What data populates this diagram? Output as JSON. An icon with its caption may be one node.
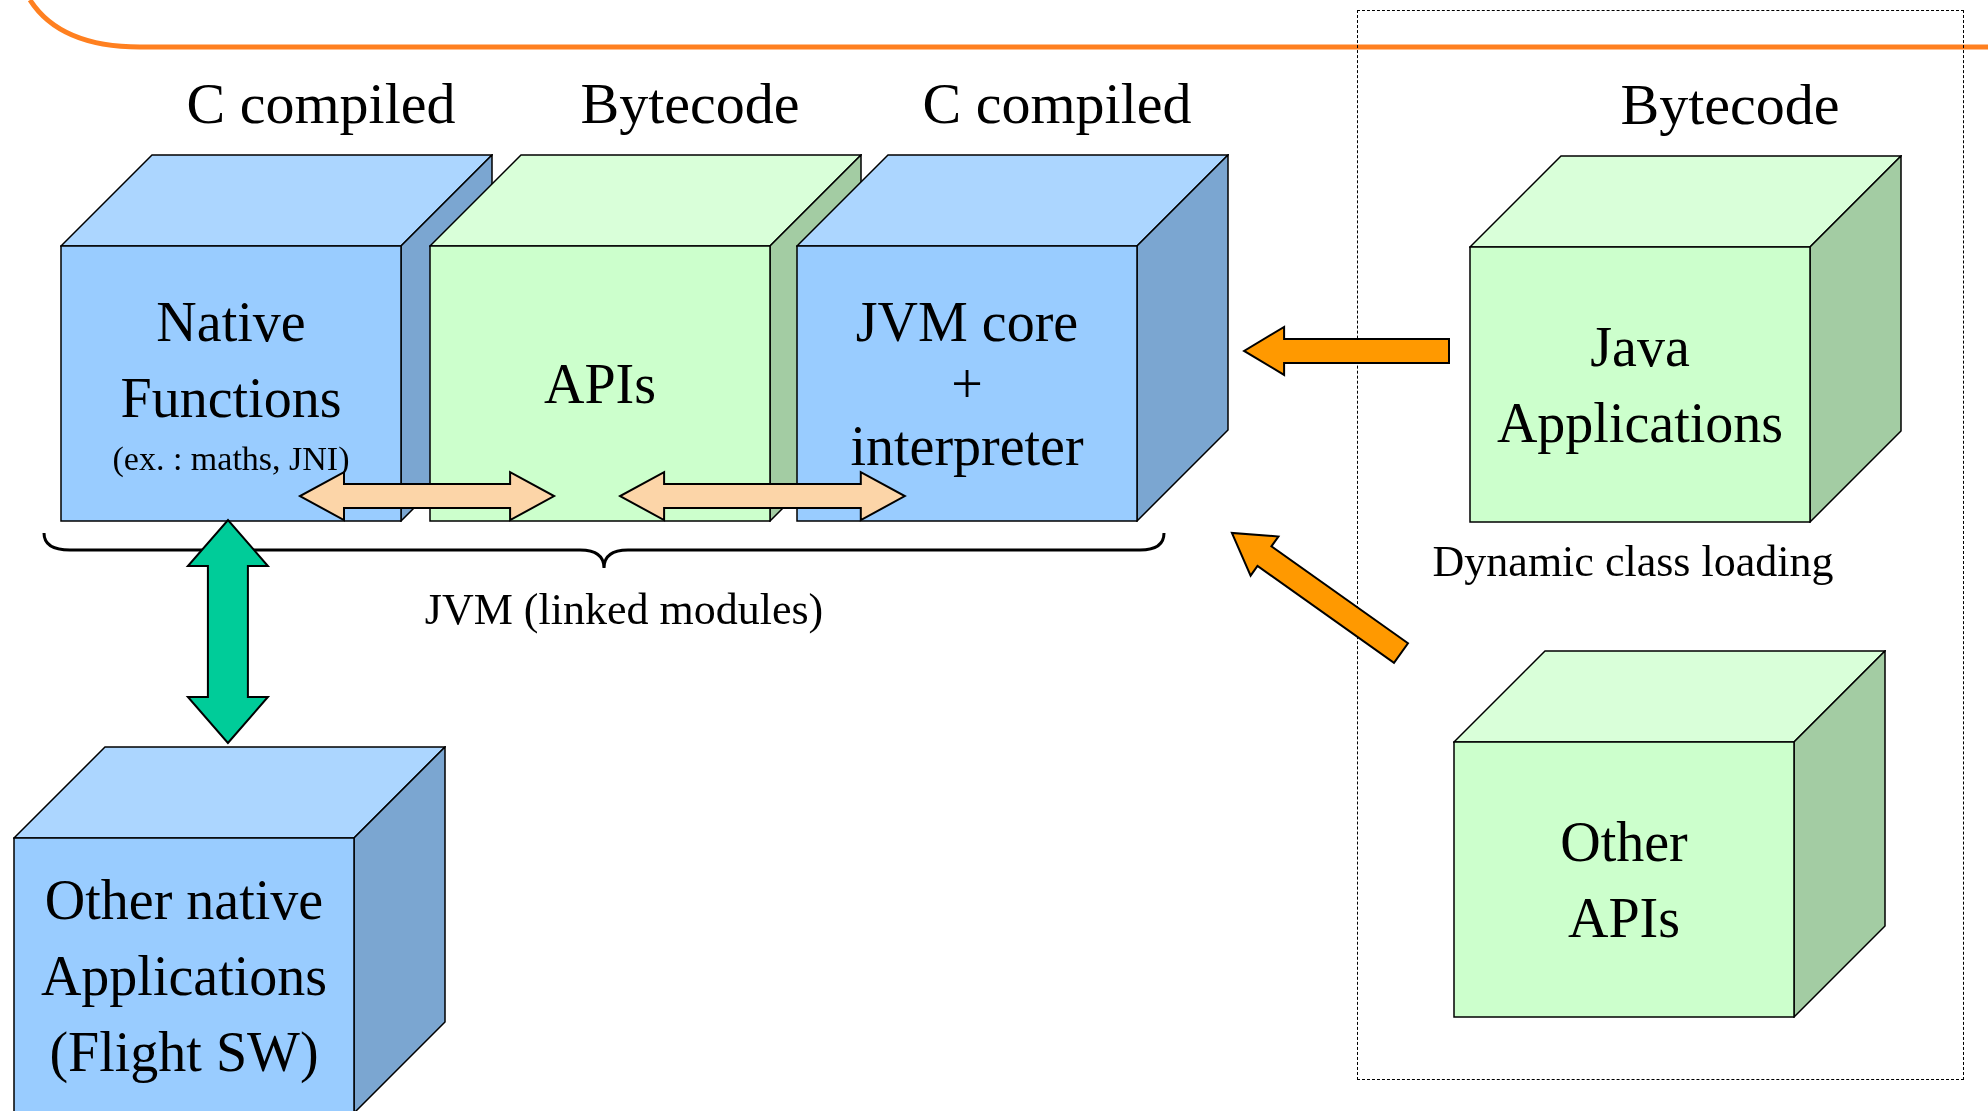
{
  "diagram": {
    "nodes": [
      {
        "text": [
          "Native Functions",
          "(ex. : maths, JNI)"
        ],
        "beside": [
          "C compiled"
        ]
      },
      {
        "text": [
          "APIs"
        ],
        "beside": [
          "Bytecode"
        ]
      },
      {
        "text": [
          "JVM core",
          "+",
          "interpreter"
        ],
        "beside": [
          "C compiled"
        ]
      },
      {
        "text": [],
        "shape": "box"
      },
      {
        "text": [
          "Java Applications"
        ],
        "beside": [
          "Bytecode"
        ],
        "in": 3
      },
      {
        "text": [
          "Other APIs"
        ],
        "in": 3
      },
      {
        "text": [
          "Other native Applications (Flight SW)"
        ]
      }
    ],
    "edges": [
      {
        "from": 0,
        "to": 1,
        "arrow": "both",
        "style": "thick",
        "color": "#fcd5a8"
      },
      {
        "from": 1,
        "to": 2,
        "arrow": "both",
        "style": "thick",
        "color": "#fcd5a8"
      },
      {
        "from": 4,
        "to": 2,
        "arrow": "to",
        "style": "thick",
        "color": "#ff9900"
      },
      {
        "from": 5,
        "to": 2,
        "arrow": "to",
        "style": "thick",
        "color": "#ff9900"
      },
      {
        "from": 6,
        "to": 0,
        "arrow": "both",
        "style": "thick",
        "color": "#00cc99"
      }
    ],
    "labels": [
      "JVM (linked modules)",
      "Dynamic class loading"
    ]
  }
}
